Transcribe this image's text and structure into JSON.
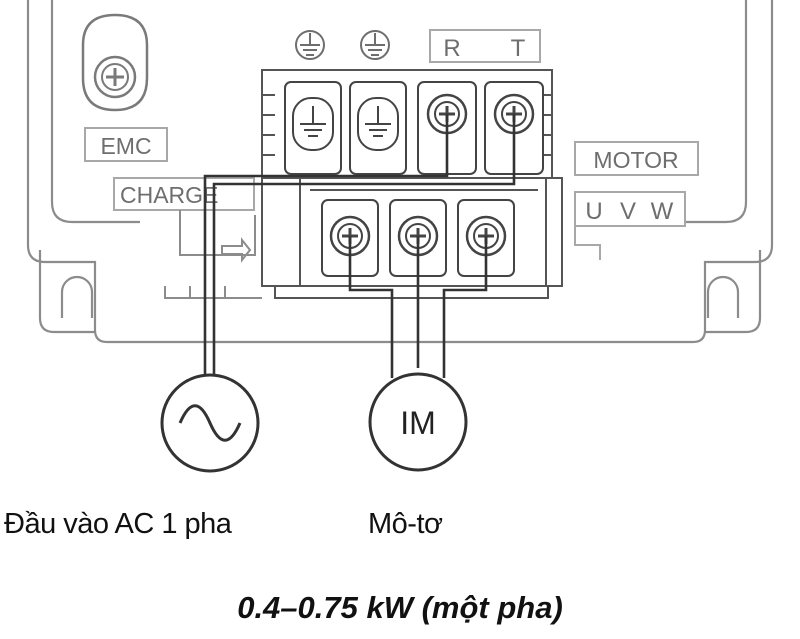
{
  "labels": {
    "emc": "EMC",
    "charge": "CHARGE",
    "motor": "MOTOR",
    "r": "R",
    "t": "T",
    "u": "U",
    "v": "V",
    "w": "W",
    "im": "IM"
  },
  "captions": {
    "ac_input": "Đầu vào AC 1 pha",
    "motor": "Mô-tơ",
    "power_rating": "0.4–0.75 kW (một pha)"
  },
  "colors": {
    "line": "#333333",
    "label_border": "#a8a8a8",
    "label_text": "#6e6e6e",
    "housing": "#8c8c8c"
  }
}
